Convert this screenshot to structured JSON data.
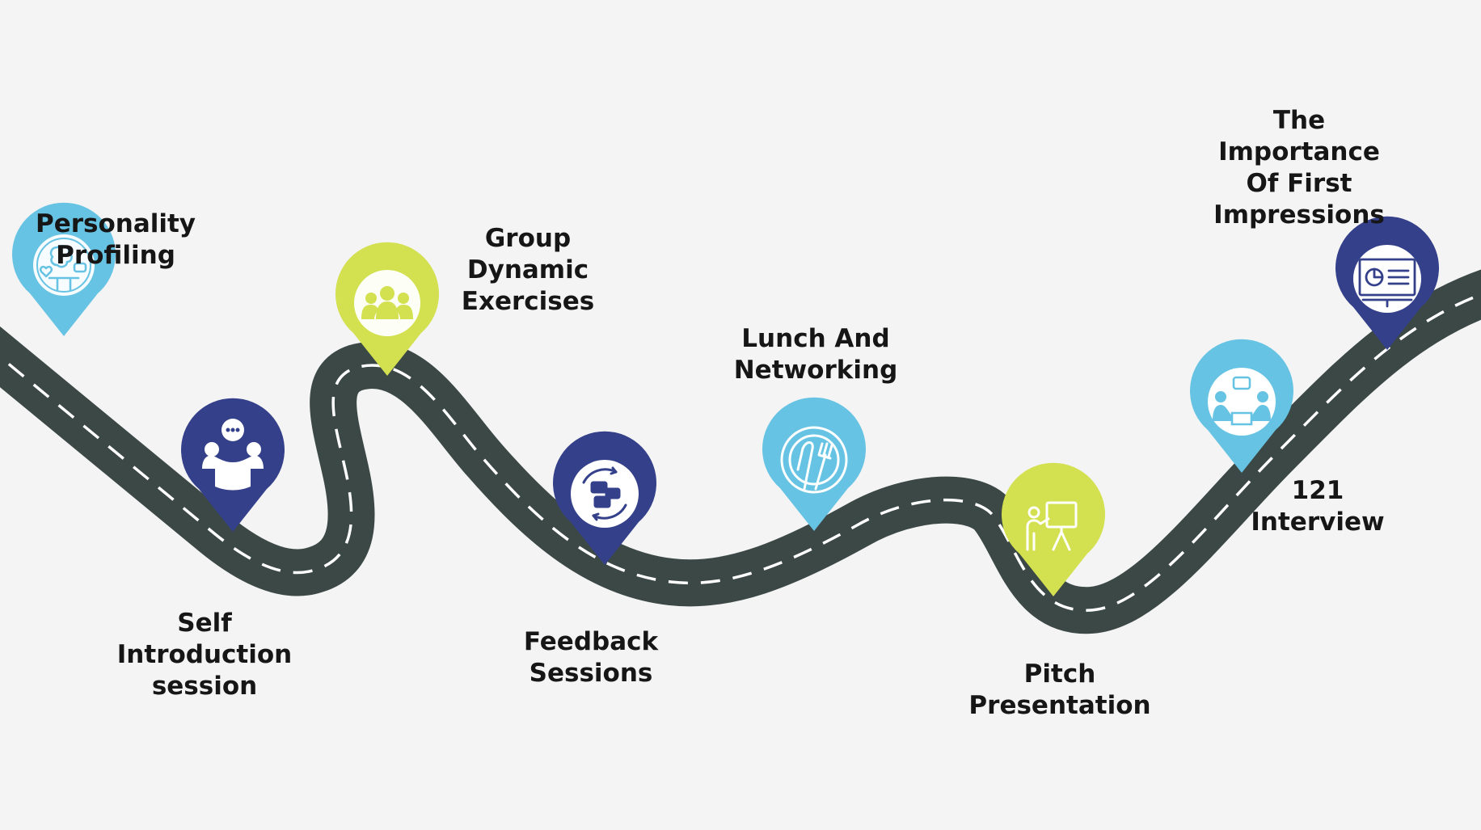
{
  "colors": {
    "background": "#f4f4f4",
    "road": "#3b4845",
    "road_dash": "#ffffff",
    "pin_light_blue": "#67c3e3",
    "pin_lime": "#d3e04f",
    "pin_navy": "#34408a",
    "label_text": "#161616"
  },
  "stops": [
    {
      "id": "personality-profiling",
      "label_lines": [
        "Personality",
        "Profiling"
      ],
      "pin_color": "pin_light_blue",
      "icon": "brain-heart-chat-icon"
    },
    {
      "id": "self-introduction",
      "label_lines": [
        "Self",
        "Introduction",
        "session"
      ],
      "pin_color": "pin_navy",
      "icon": "people-conversation-icon"
    },
    {
      "id": "group-dynamic",
      "label_lines": [
        "Group",
        "Dynamic",
        "Exercises"
      ],
      "pin_color": "pin_lime",
      "icon": "group-people-icon"
    },
    {
      "id": "feedback-sessions",
      "label_lines": [
        "Feedback",
        "Sessions"
      ],
      "pin_color": "pin_navy",
      "icon": "feedback-cycle-icon"
    },
    {
      "id": "lunch-networking",
      "label_lines": [
        "Lunch And",
        "Networking"
      ],
      "pin_color": "pin_light_blue",
      "icon": "plate-cutlery-icon"
    },
    {
      "id": "pitch-presentation",
      "label_lines": [
        "Pitch",
        "Presentation"
      ],
      "pin_color": "pin_lime",
      "icon": "presenter-board-icon"
    },
    {
      "id": "121-interview",
      "label_lines": [
        "121",
        "Interview"
      ],
      "pin_color": "pin_light_blue",
      "icon": "interview-desk-icon"
    },
    {
      "id": "first-impressions",
      "label_lines": [
        "The",
        "Importance",
        "Of First",
        "Impressions"
      ],
      "pin_color": "pin_navy",
      "icon": "presentation-chart-icon"
    }
  ]
}
